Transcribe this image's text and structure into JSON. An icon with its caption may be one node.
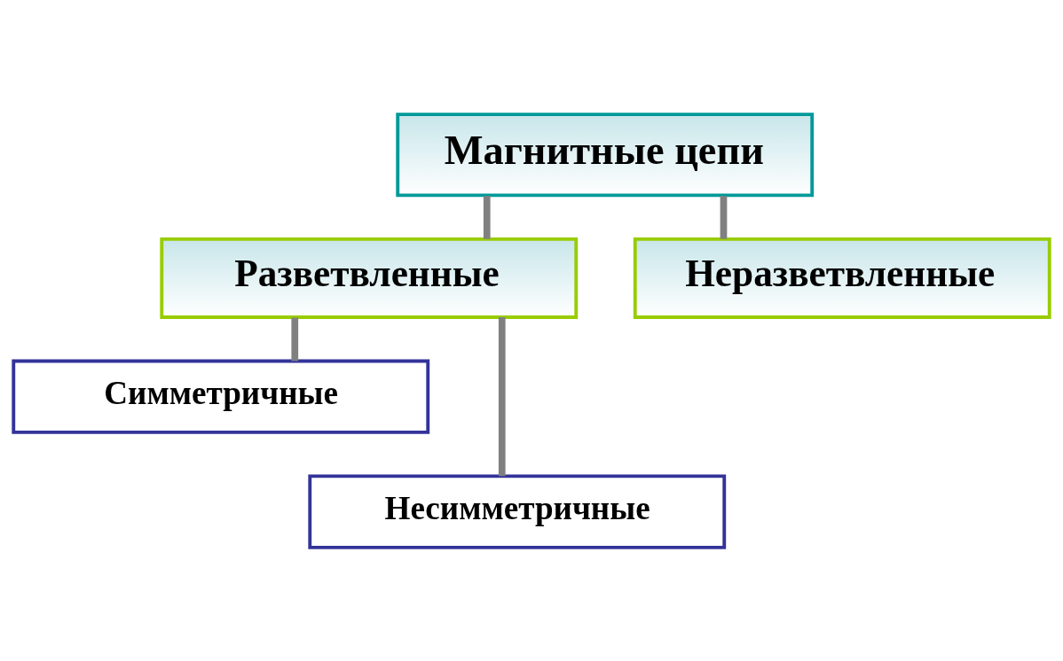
{
  "diagram": {
    "nodes": [
      {
        "text": [
          "Магнитные цепи"
        ]
      },
      {
        "text": [
          "Разветвленные"
        ]
      },
      {
        "text": [
          "Неразветвленные"
        ]
      },
      {
        "text": [
          "Симметричные"
        ]
      },
      {
        "text": [
          "Несимметричные"
        ]
      }
    ],
    "edges": [
      {
        "from": 0,
        "to": 1,
        "arrow": "none"
      },
      {
        "from": 0,
        "to": 2,
        "arrow": "none"
      },
      {
        "from": 1,
        "to": 3,
        "arrow": "none"
      },
      {
        "from": 1,
        "to": 4,
        "arrow": "none"
      }
    ]
  }
}
